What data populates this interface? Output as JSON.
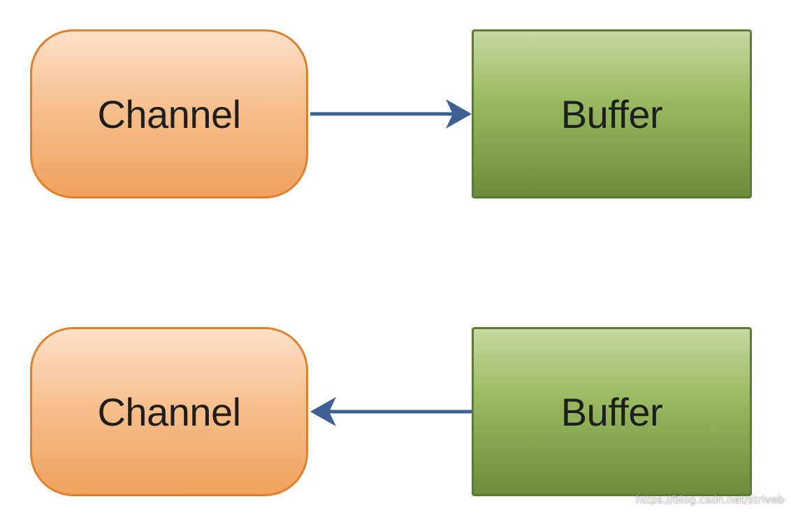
{
  "diagram": {
    "nodes": {
      "channel_top": {
        "label": "Channel"
      },
      "buffer_top": {
        "label": "Buffer"
      },
      "channel_bottom": {
        "label": "Channel"
      },
      "buffer_bottom": {
        "label": "Buffer"
      }
    },
    "edges": [
      {
        "from": "channel_top",
        "to": "buffer_top"
      },
      {
        "from": "buffer_bottom",
        "to": "channel_bottom"
      }
    ],
    "colors": {
      "channel_border": "#e07f2c",
      "buffer_border": "#5d7a34",
      "arrow": "#3d5f93"
    }
  },
  "watermark": "https://blog.csdn.net/striveb"
}
